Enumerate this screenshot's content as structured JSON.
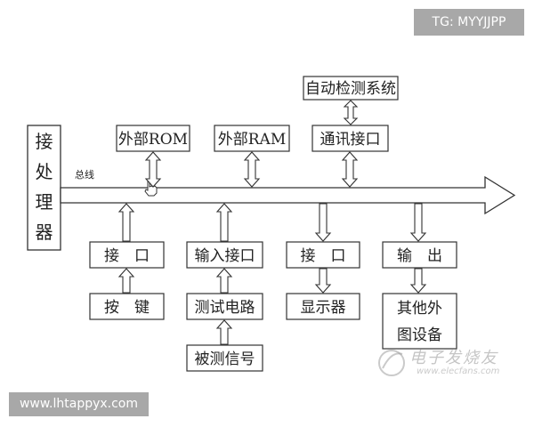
{
  "processor": {
    "label": [
      "接",
      "处",
      "理",
      "器"
    ]
  },
  "bus": {
    "label": "总线"
  },
  "top_boxes": {
    "rom": "外部ROM",
    "ram": "外部RAM",
    "comm_interface": "通讯接口",
    "auto_test_system": "自动检测系统"
  },
  "bottom_boxes": {
    "interface_1": "接　口",
    "keys": "按　键",
    "input_interface": "输入接口",
    "test_circuit": "测试电路",
    "measured_signal": "被测信号",
    "interface_2": "接　口",
    "display": "显示器",
    "output": "输　出",
    "other_peripherals_line1": "其他外",
    "other_peripherals_line2": "图设备"
  },
  "watermarks": {
    "top_right": "TG: MYYJJPP",
    "bottom_left": "www.lhtappyx.com",
    "logo_cn": "电子发烧友",
    "logo_en": "www.elecfans.com"
  }
}
